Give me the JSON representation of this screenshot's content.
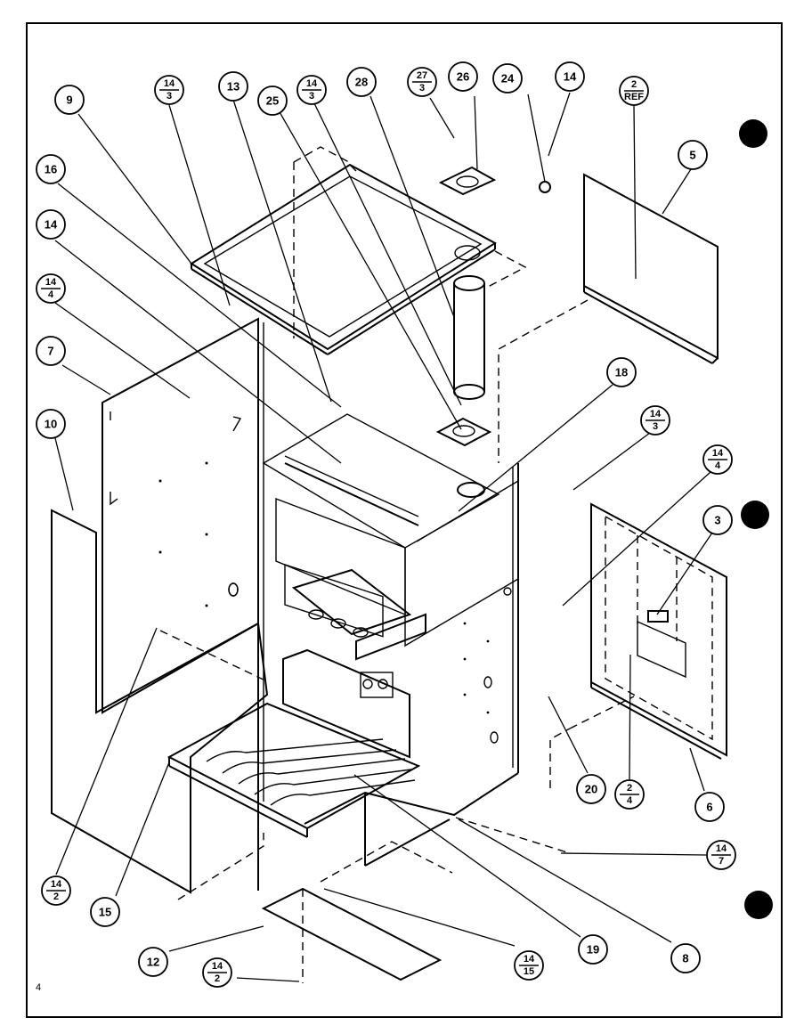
{
  "page_number": "4",
  "callouts": [
    {
      "id": "c9",
      "label": "9"
    },
    {
      "id": "c14a",
      "top": "14",
      "bottom": "3"
    },
    {
      "id": "c13",
      "label": "13"
    },
    {
      "id": "c25",
      "label": "25"
    },
    {
      "id": "c14b",
      "top": "14",
      "bottom": "3"
    },
    {
      "id": "c28",
      "label": "28"
    },
    {
      "id": "c27",
      "top": "27",
      "bottom": "3"
    },
    {
      "id": "c26",
      "label": "26"
    },
    {
      "id": "c24",
      "label": "24"
    },
    {
      "id": "c14c",
      "label": "14"
    },
    {
      "id": "c2ref",
      "top": "2",
      "bottom": "REF"
    },
    {
      "id": "c16",
      "label": "16"
    },
    {
      "id": "c5",
      "label": "5"
    },
    {
      "id": "c14d",
      "label": "14"
    },
    {
      "id": "c14e",
      "top": "14",
      "bottom": "4"
    },
    {
      "id": "c7",
      "label": "7"
    },
    {
      "id": "c18",
      "label": "18"
    },
    {
      "id": "c14f",
      "top": "14",
      "bottom": "3"
    },
    {
      "id": "c10",
      "label": "10"
    },
    {
      "id": "c14g",
      "top": "14",
      "bottom": "4"
    },
    {
      "id": "c3",
      "label": "3"
    },
    {
      "id": "c20",
      "label": "20"
    },
    {
      "id": "c2_4",
      "top": "2",
      "bottom": "4"
    },
    {
      "id": "c6",
      "label": "6"
    },
    {
      "id": "c14h",
      "top": "14",
      "bottom": "7"
    },
    {
      "id": "c14i",
      "top": "14",
      "bottom": "2"
    },
    {
      "id": "c15",
      "label": "15"
    },
    {
      "id": "c19",
      "label": "19"
    },
    {
      "id": "c8",
      "label": "8"
    },
    {
      "id": "c12",
      "label": "12"
    },
    {
      "id": "c14j",
      "top": "14",
      "bottom": "2"
    },
    {
      "id": "c14k",
      "top": "14",
      "bottom": "15"
    }
  ]
}
